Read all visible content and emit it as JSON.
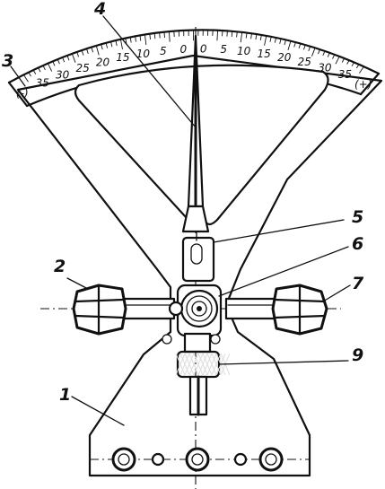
{
  "scale": {
    "left_numbers": [
      "35",
      "30",
      "25",
      "20",
      "15",
      "10",
      "5",
      "0"
    ],
    "right_numbers": [
      "0",
      "5",
      "10",
      "15",
      "20",
      "25",
      "30",
      "35"
    ],
    "minus_sign": "(-)",
    "plus_sign": "(+)"
  },
  "labels": {
    "base_plate": "1",
    "left_nut": "2",
    "scale_arc": "3",
    "pointer": "4",
    "slot_block": "5",
    "center_screw": "6",
    "right_nut": "7",
    "knurled_knob": "9"
  }
}
